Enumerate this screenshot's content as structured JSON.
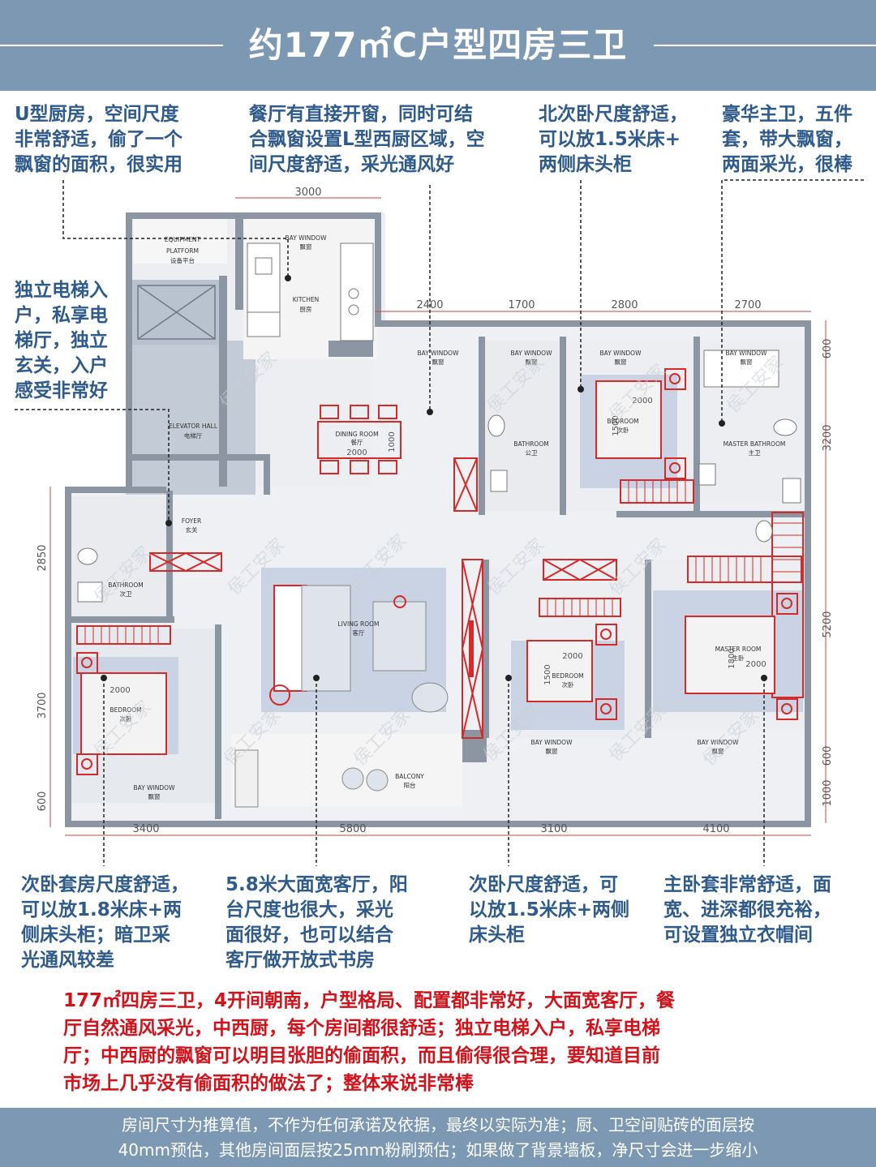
{
  "title": "约177㎡C户型四房三卫",
  "top_notes": {
    "kitchen": [
      "U型厨房，空间尺度",
      "非常舒适，偷了一个",
      "飘窗的面积，很实用"
    ],
    "dining": [
      "餐厅有直接开窗，同时可结",
      "合飘窗设置L型西厨区域，空",
      "间尺度舒适，采光通风好"
    ],
    "north_bedroom": [
      "北次卧尺度舒适，",
      "可以放1.5米床+",
      "两侧床头柜"
    ],
    "master_bath": [
      "豪华主卫，五件",
      "套，带大飘窗，",
      "两面采光，很棒"
    ]
  },
  "left_note": [
    "独立电梯入",
    "户，私享电",
    "梯厅，独立",
    "玄关，入户",
    "感受非常好"
  ],
  "bottom_notes": {
    "suite_bedroom": [
      "次卧套房尺度舒适，",
      "可以放1.8米床+两",
      "侧床头柜；暗卫采",
      "光通风较差"
    ],
    "living": [
      "5.8米大面宽客厅，阳",
      "台尺度也很大，采光",
      "面很好，也可以结合",
      "客厅做开放式书房"
    ],
    "south_bedroom": [
      "次卧尺度舒适，可",
      "以放1.5米床+两侧",
      "床头柜"
    ],
    "master_bedroom": [
      "主卧套非常舒适，面",
      "宽、进深都很充裕，",
      "可设置独立衣帽间"
    ]
  },
  "summary": [
    "177㎡四房三卫，4开间朝南，户型格局、配置都非常好，大面宽客厅，餐",
    "厅自然通风采光，中西厨，每个房间都很舒适；独立电梯入户，私享电梯",
    "厅；中西厨的飘窗可以明目张胆的偷面积，而且偷得很合理，要知道目前",
    "市场上几乎没有偷面积的做法了；整体来说非常棒"
  ],
  "footer": [
    "房间尺寸为推算值，不作为任何承诺及依据，最终以实际为准；厨、卫空间贴砖的面层按",
    "40mm预估，其他房间面层按25mm粉刷预估；如果做了背景墙板，净尺寸会进一步缩小"
  ],
  "dimensions": {
    "top_kitchen": "3000",
    "top_row": [
      "2400",
      "1700",
      "2800",
      "2700"
    ],
    "bottom_row": [
      "3400",
      "5800",
      "3100",
      "4100"
    ],
    "left_col": [
      "2850",
      "3700",
      "600"
    ],
    "right_col": [
      "600",
      "3200",
      "5200",
      "600",
      "1000"
    ]
  },
  "room_labels": {
    "equipment": [
      "EQUIPMENT",
      "PLATFORM",
      "设备平台"
    ],
    "kitchen_bay": [
      "BAY WINDOW",
      "飘窗"
    ],
    "kitchen": [
      "KITCHEN",
      "厨房"
    ],
    "elevator": [
      "ELEVATOR HALL",
      "电梯厅"
    ],
    "dining": [
      "DINING ROOM",
      "餐厅"
    ],
    "dining_size": [
      "2000",
      "1000"
    ],
    "bay1": [
      "BAY WINDOW",
      "飘窗"
    ],
    "bay2": [
      "BAY WINDOW",
      "飘窗"
    ],
    "bay3": [
      "BAY WINDOW",
      "飘窗"
    ],
    "bay4": [
      "BAY WINDOW",
      "飘窗"
    ],
    "bathroom_public": [
      "BATHROOM",
      "公卫"
    ],
    "bedroom_north": [
      "BEDROOM",
      "次卧"
    ],
    "bed_north": [
      "2000",
      "1500"
    ],
    "master_bathroom": [
      "MASTER BATHROOM",
      "主卫"
    ],
    "foyer": [
      "FOYER",
      "玄关"
    ],
    "bathroom_second": [
      "BATHROOM",
      "次卫"
    ],
    "living": [
      "LIVING ROOM",
      "客厅"
    ],
    "bedroom_south": [
      "BEDROOM",
      "次卧"
    ],
    "bed_south": [
      "2000",
      "1500"
    ],
    "master_room": [
      "MASTER ROOM",
      "主卧"
    ],
    "bed_master": [
      "2000",
      "1800"
    ],
    "bedroom_west": [
      "BEDROOM",
      "次卧"
    ],
    "bed_west": [
      "2000"
    ],
    "bay_south1": [
      "BAY WINDOW",
      "飘窗"
    ],
    "bay_south2": [
      "BAY WINDOW",
      "飘窗"
    ],
    "bay_west": [
      "BAY WINDOW",
      "飘窗"
    ],
    "balcony": [
      "BALCONY",
      "阳台"
    ]
  },
  "watermark": "侯工安家",
  "colors": {
    "header": "#7c98b2",
    "note_blue": "#2e5a8c",
    "note_red": "#d1121a",
    "furniture_red": "#d42a2a",
    "rug_blue": "#c9d3e3"
  }
}
